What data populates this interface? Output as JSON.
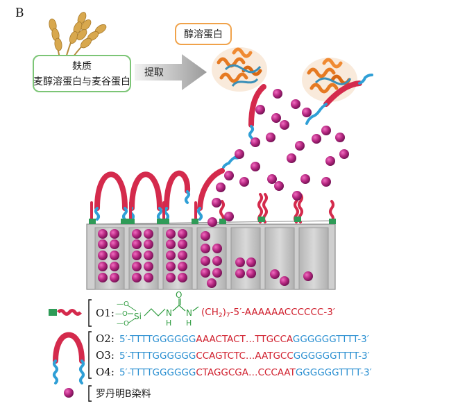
{
  "figure": {
    "panel_letter": "B",
    "source_box": {
      "line1": "麸质",
      "line2": "麦醇溶蛋白与麦谷蛋白"
    },
    "arrow_label": "提取",
    "target_label": "醇溶蛋白"
  },
  "legend": {
    "o1": {
      "label": "O1:",
      "silane_prefix": "—O",
      "si": "Si",
      "carbonyl_o": "O",
      "nh": "H",
      "n": "N",
      "ch2": "(CH",
      "ch2_sub": "2",
      "ch2_close": ")",
      "ch2_n": "7",
      "seq": "-5′-AAAAAACCCCCC-3′"
    },
    "o2": {
      "label": "O2:",
      "seg_a": "5′-TTTTGGGGGG",
      "seg_b": "AAACTACT…TTGCCA",
      "seg_c": "GGGGGGTTTT-3′"
    },
    "o3": {
      "label": "O3:",
      "seg_a": "5′-TTTTGGGGGG",
      "seg_b": "CCAGTCTC…AATGCC",
      "seg_c": "GGGGGGTTTT-3′"
    },
    "o4": {
      "label": "O4:",
      "seg_a": "5′-TTTTGGGGGG",
      "seg_b": "CTAGGCGA…CCCAAT",
      "seg_c": "GGGGGGTTTT-3′"
    },
    "dye": {
      "label": "罗丹明B染料"
    }
  },
  "colors": {
    "dna_red": "#d42a4c",
    "dna_blue": "#2f9fd6",
    "silane_green": "#2e9b57",
    "dye_magenta": "#b3267f",
    "text_red": "#d0202e",
    "text_blue": "#2a8fd1",
    "text_green": "#2e9b3f",
    "box_green": "#7cc576",
    "box_orange": "#f0a24a",
    "pore_gray": "#c8c8c8"
  }
}
